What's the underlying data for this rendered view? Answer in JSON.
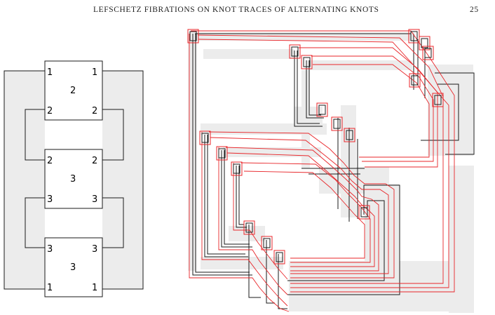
{
  "header": {
    "title": "LEFSCHETZ FIBRATIONS ON KNOT TRACES OF ALTERNATING KNOTS",
    "page_number": "25"
  },
  "left_diagram": {
    "boxes": [
      {
        "center": "2",
        "top_left": "1",
        "top_right": "1",
        "bottom_left": "2",
        "bottom_right": "2"
      },
      {
        "center": "3",
        "top_left": "2",
        "top_right": "2",
        "bottom_left": "3",
        "bottom_right": "3"
      },
      {
        "center": "3",
        "top_left": "3",
        "top_right": "3",
        "bottom_left": "1",
        "bottom_right": "1"
      }
    ]
  },
  "colors": {
    "shade": "#ececec",
    "line": "#1a1a1a",
    "red": "#e8262a"
  }
}
